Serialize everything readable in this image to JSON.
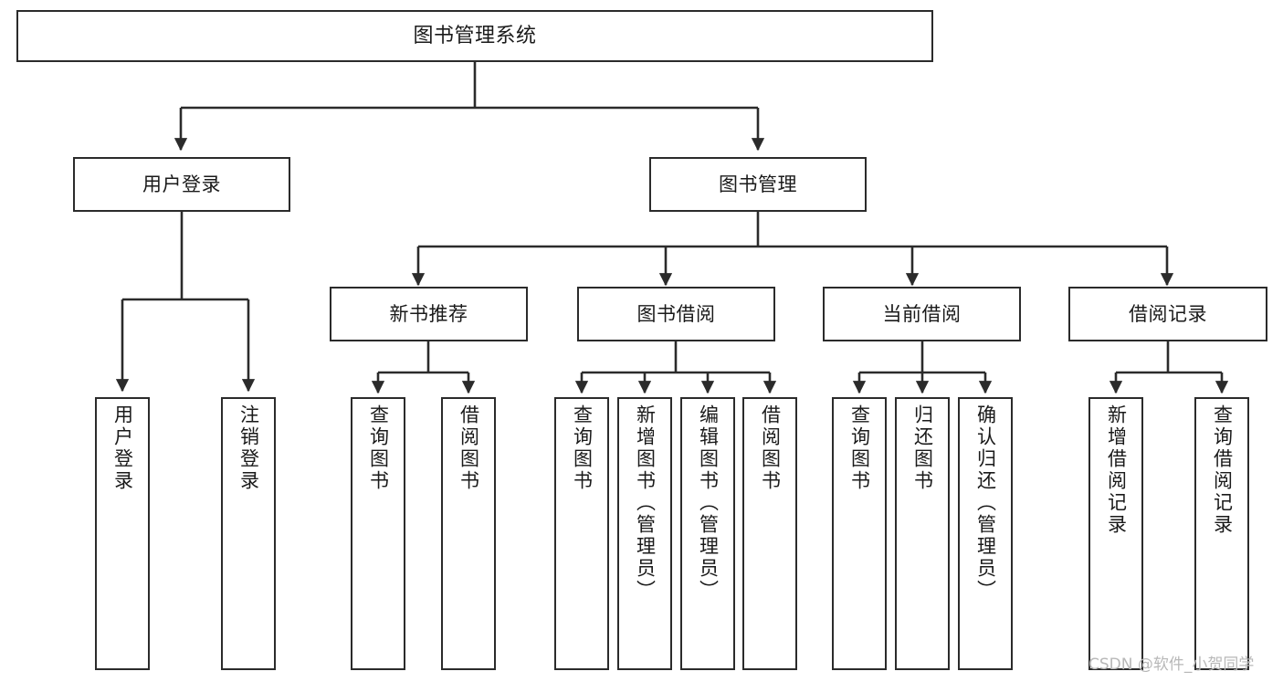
{
  "diagram": {
    "type": "tree-hierarchy-chart",
    "title": "图书管理系统",
    "stroke_color": "#2b2b2b",
    "background_color": "#ffffff",
    "text_color": "#1a1a1a",
    "levels": {
      "root": {
        "label": "图书管理系统"
      },
      "level2": [
        {
          "label": "用户登录"
        },
        {
          "label": "图书管理"
        }
      ],
      "level3": [
        {
          "label": "新书推荐"
        },
        {
          "label": "图书借阅"
        },
        {
          "label": "当前借阅"
        },
        {
          "label": "借阅记录"
        }
      ],
      "leaves": {
        "user_login": [
          {
            "label": "用户登录"
          },
          {
            "label": "注销登录"
          }
        ],
        "new_book_recommend": [
          {
            "label": "查询图书"
          },
          {
            "label": "借阅图书"
          }
        ],
        "book_borrow": [
          {
            "label": "查询图书"
          },
          {
            "label": "新增图书（管理员）"
          },
          {
            "label": "编辑图书（管理员）"
          },
          {
            "label": "借阅图书"
          }
        ],
        "current_borrow": [
          {
            "label": "查询图书"
          },
          {
            "label": "归还图书"
          },
          {
            "label": "确认归还（管理员）"
          }
        ],
        "borrow_record": [
          {
            "label": "新增借阅记录"
          },
          {
            "label": "查询借阅记录"
          }
        ]
      }
    },
    "watermark": "CSDN @软件_小贺同学"
  }
}
